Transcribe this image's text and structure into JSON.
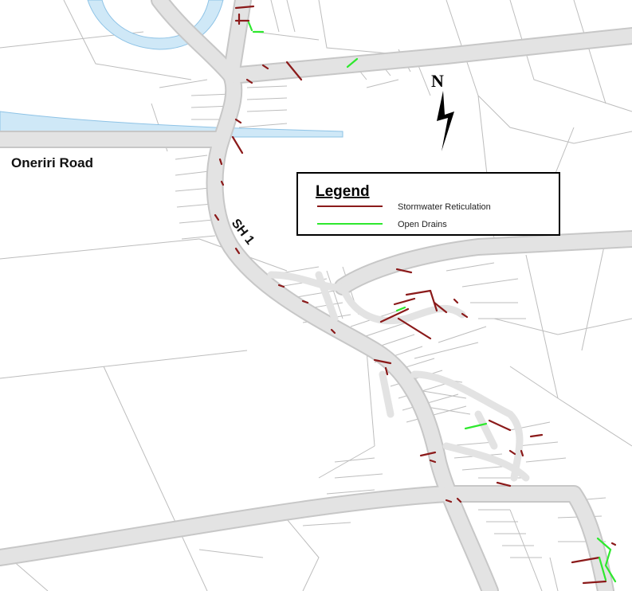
{
  "map": {
    "labels": {
      "oneriri_road": "Oneriri Road",
      "sh1": "SH 1"
    },
    "north_arrow": {
      "letter": "N",
      "icon": "north-arrow-icon"
    },
    "legend": {
      "title": "Legend",
      "items": [
        {
          "label": "Stormwater Reticulation",
          "color": "#8b1a1a"
        },
        {
          "label": "Open Drains",
          "color": "#2ee82e"
        }
      ]
    },
    "colors": {
      "road": "#e3e3e3",
      "parcel_line": "#bdbdbd",
      "water": "#cfe8f7",
      "water_edge": "#8ec3e6",
      "stormwater": "#8b1a1a",
      "open_drain": "#2ee82e"
    }
  }
}
